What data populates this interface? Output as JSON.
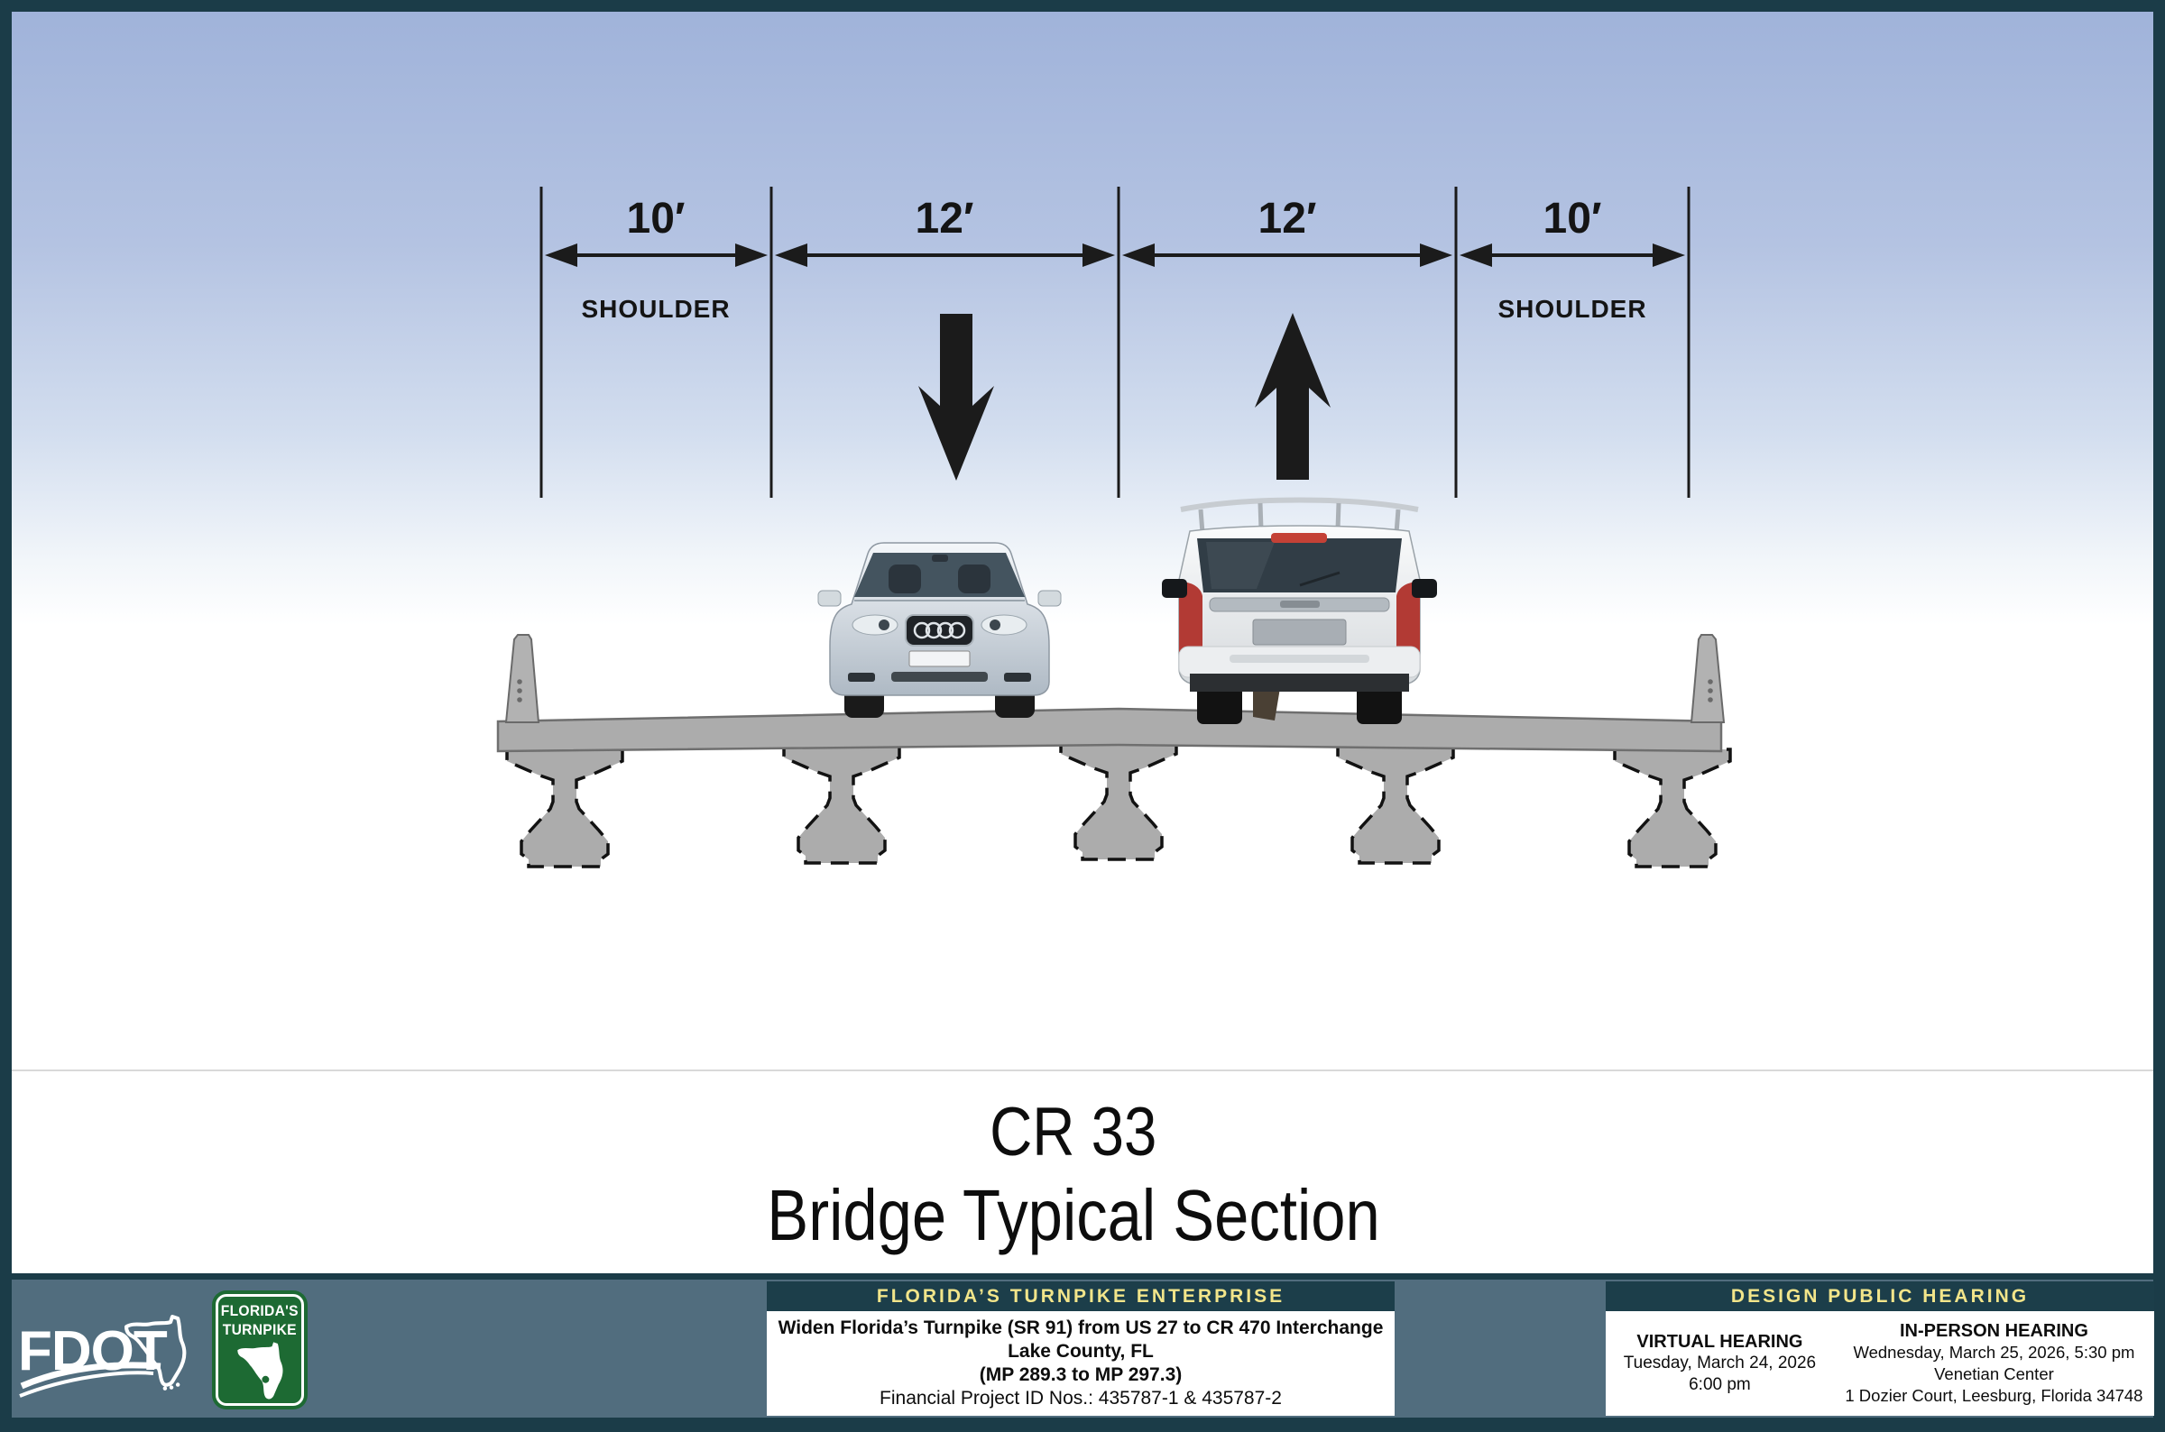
{
  "diagram": {
    "spans": [
      {
        "width": "10′",
        "label": "SHOULDER"
      },
      {
        "width": "12′",
        "label": ""
      },
      {
        "width": "12′",
        "label": ""
      },
      {
        "width": "10′",
        "label": "SHOULDER"
      }
    ]
  },
  "title": {
    "line1": "CR 33",
    "line2": "Bridge Typical Section"
  },
  "footer": {
    "fdot": {
      "wordmark": "FDOT"
    },
    "turnpike_shield": {
      "line1": "FLORIDA'S",
      "line2": "TURNPIKE"
    },
    "project": {
      "header": "FLORIDA’S TURNPIKE ENTERPRISE",
      "line1": "Widen Florida’s Turnpike (SR 91) from US 27 to CR 470 Interchange",
      "line2": "Lake County, FL",
      "line3": "(MP 289.3 to MP 297.3)",
      "line4": "Financial Project ID Nos.: 435787-1 & 435787-2"
    },
    "hearing": {
      "header": "DESIGN PUBLIC HEARING",
      "virtual": {
        "title": "VIRTUAL HEARING",
        "lines": [
          "Tuesday, March 24, 2026",
          "6:00 pm"
        ]
      },
      "in_person": {
        "title": "IN-PERSON HEARING",
        "lines": [
          "Wednesday, March 25, 2026, 5:30 pm",
          "Venetian Center",
          "1 Dozier Court, Leesburg, Florida 34748"
        ]
      }
    }
  },
  "colors": {
    "frame_teal": "#1b3c48",
    "header_teal": "#1c3e4a",
    "slate": "#516d7e",
    "accent_yellow": "#f2e58a",
    "shield_green": "#1d6a33",
    "sky_top": "#a0b3da",
    "concrete_gray": "#acacac"
  }
}
